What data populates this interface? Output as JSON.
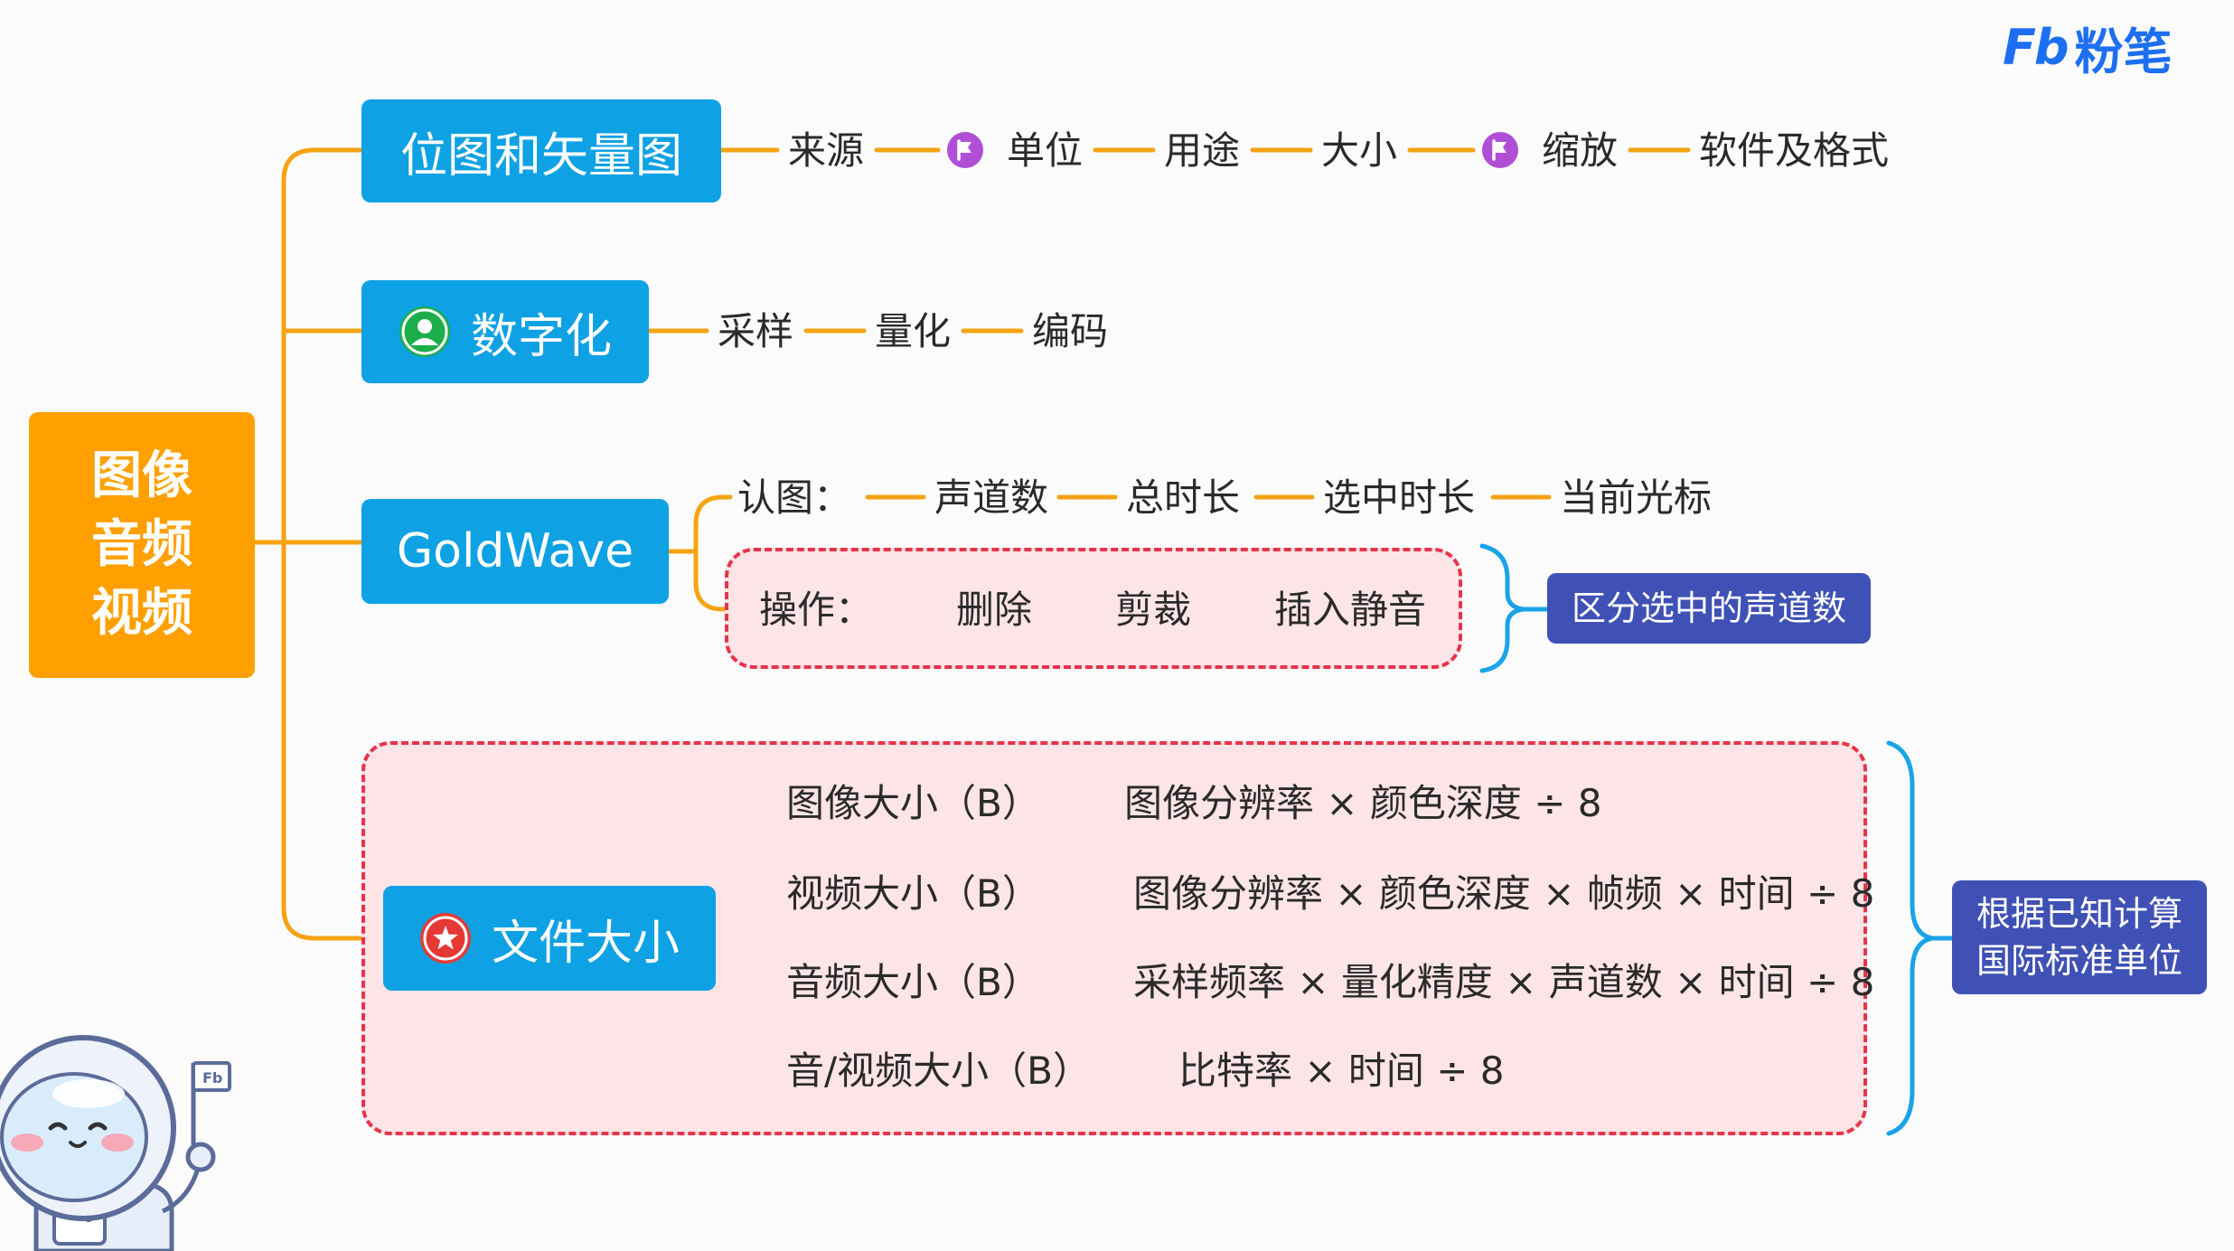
{
  "logo": {
    "mark": "Fb",
    "text": "粉笔"
  },
  "root": {
    "lines": [
      "图像",
      "音频",
      "视频"
    ]
  },
  "branches": {
    "bitmap": {
      "label": "位图和矢量图",
      "chain": [
        "来源",
        "单位",
        "用途",
        "大小",
        "缩放",
        "软件及格式"
      ],
      "flagged": [
        "单位",
        "缩放"
      ]
    },
    "digitize": {
      "label": "数字化",
      "icon": "user-icon",
      "chain": [
        "采样",
        "量化",
        "编码"
      ]
    },
    "goldwave": {
      "label": "GoldWave",
      "recognize": {
        "title": "认图：",
        "items": [
          "声道数",
          "总时长",
          "选中时长",
          "当前光标"
        ]
      },
      "operate": {
        "title": "操作：",
        "items": [
          "删除",
          "剪裁",
          "插入静音"
        ]
      },
      "note": "区分选中的声道数"
    },
    "filesize": {
      "label": "文件大小",
      "icon": "star-icon",
      "formulas": [
        {
          "term": "图像大小（B）",
          "expr": "图像分辨率 × 颜色深度 ÷ 8"
        },
        {
          "term": "视频大小（B）",
          "expr": "图像分辨率 × 颜色深度 × 帧频 × 时间 ÷ 8"
        },
        {
          "term": "音频大小（B）",
          "expr": "采样频率 × 量化精度 × 声道数 × 时间 ÷ 8"
        },
        {
          "term": "音/视频大小（B）",
          "expr": "比特率 × 时间 ÷ 8"
        }
      ],
      "note": [
        "根据已知计算",
        "国际标准单位"
      ]
    }
  },
  "colors": {
    "root": "#ffa000",
    "node": "#0ea1e4",
    "connector": "#f5a312",
    "dashed": "#e8334a",
    "note": "#3f51b5",
    "brace": "#1aa3e8",
    "flag": "#b04fd6"
  }
}
